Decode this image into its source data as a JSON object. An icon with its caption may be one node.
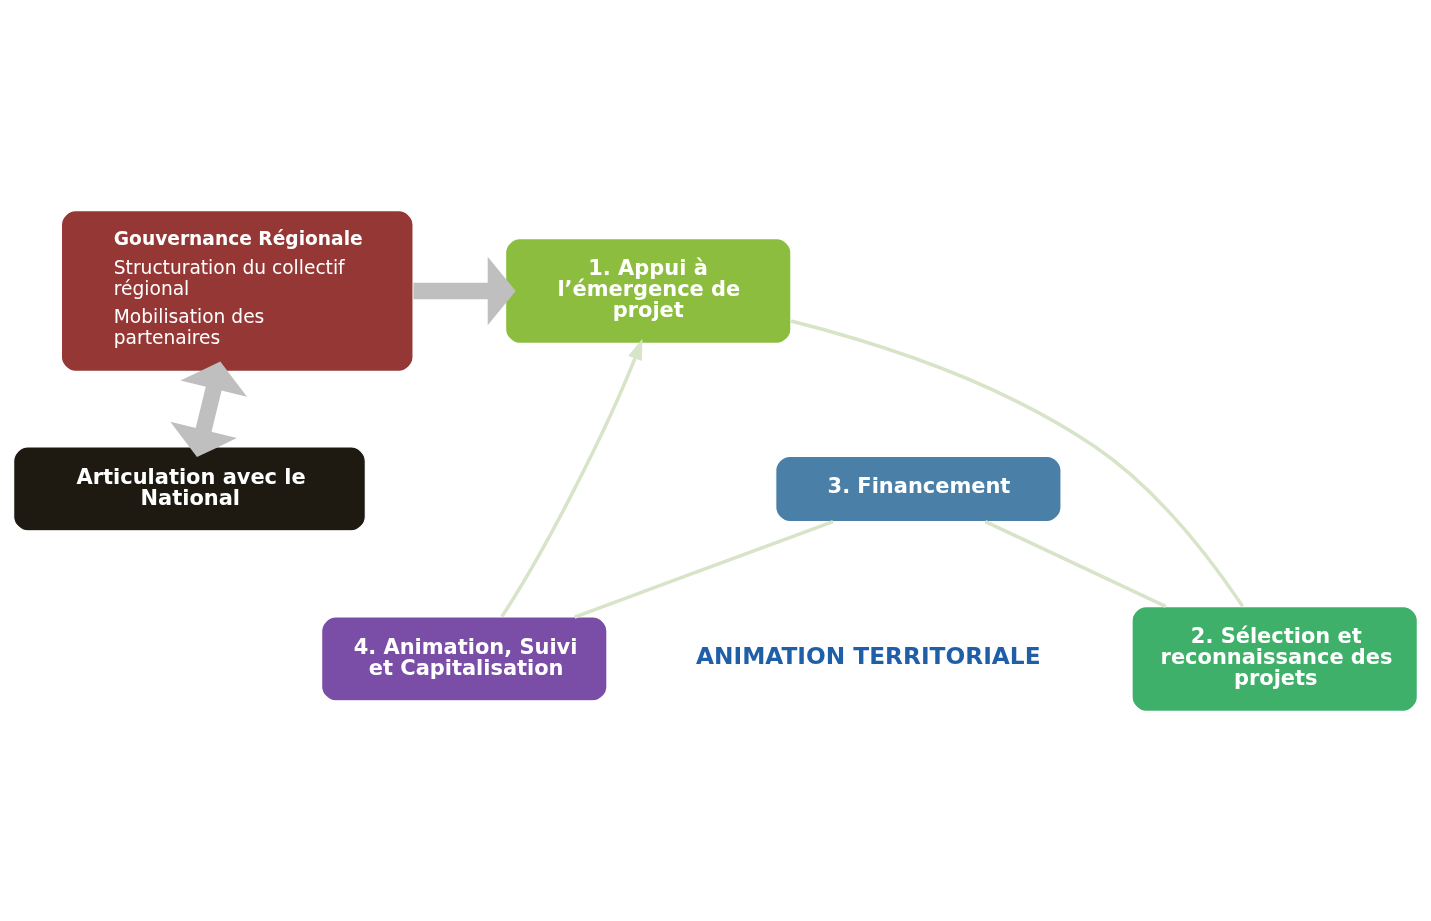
{
  "diagram": {
    "nodes": [
      {
        "text": [
          "Gouvernance Régionale",
          "Structuration du collectif régional",
          "Mobilisation des partenaires"
        ]
      },
      {
        "text": [
          "1. Appui à l’émergence de projet"
        ]
      },
      {
        "text": [
          "2. Sélection et reconnaissance des projets"
        ]
      },
      {
        "text": [
          "3. Financement"
        ]
      },
      {
        "text": [
          "4. Animation, Suivi et Capitalisation"
        ]
      },
      {
        "text": [
          "Articulation avec le National"
        ]
      }
    ],
    "edges": [
      {
        "from": 0,
        "to": 1,
        "arrow": "to",
        "style": "thick",
        "color": "#bfbfbf"
      },
      {
        "from": 0,
        "to": 5,
        "arrow": "both",
        "style": "thick",
        "color": "#bfbfbf"
      },
      {
        "from": 1,
        "to": 2,
        "arrow": "none"
      },
      {
        "from": 2,
        "to": 3,
        "arrow": "none"
      },
      {
        "from": 3,
        "to": 4,
        "arrow": "none"
      },
      {
        "from": 4,
        "to": 1,
        "arrow": "to"
      }
    ],
    "labels": [
      "ANIMATION TERRITORIALE"
    ]
  }
}
